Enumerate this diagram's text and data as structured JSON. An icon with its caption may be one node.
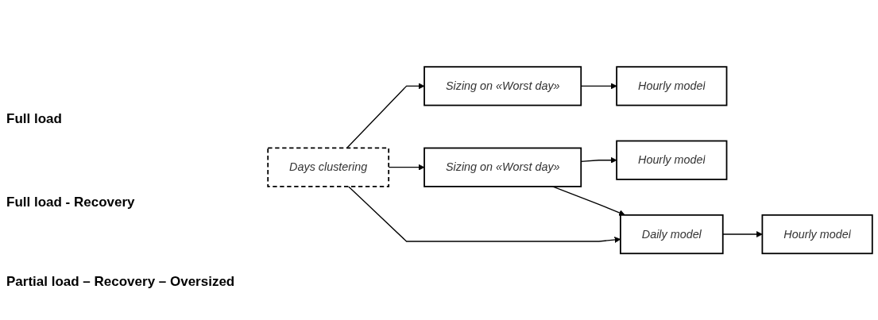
{
  "diagram": {
    "nodes": [
      {
        "text": [
          "Days clustering"
        ]
      },
      {
        "text": [
          "Sizing on «Worst day»"
        ]
      },
      {
        "text": [
          "Hourly model"
        ]
      },
      {
        "text": [
          "Sizing on «Worst day»"
        ]
      },
      {
        "text": [
          "Hourly model"
        ]
      },
      {
        "text": [
          "Daily model"
        ]
      },
      {
        "text": [
          "Hourly model"
        ]
      }
    ],
    "edges": [
      {
        "from": 0,
        "to": 1,
        "arrow": "to"
      },
      {
        "from": 0,
        "to": 3,
        "arrow": "to"
      },
      {
        "from": 0,
        "to": 5,
        "arrow": "to"
      },
      {
        "from": 1,
        "to": 2,
        "arrow": "to"
      },
      {
        "from": 3,
        "to": 4,
        "arrow": "to"
      },
      {
        "from": 3,
        "to": 5,
        "arrow": "to"
      },
      {
        "from": 5,
        "to": 6,
        "arrow": "to"
      }
    ],
    "labels": [
      "Full load",
      "Full load - Recovery",
      "Partial load – Recovery – Oversized"
    ]
  }
}
